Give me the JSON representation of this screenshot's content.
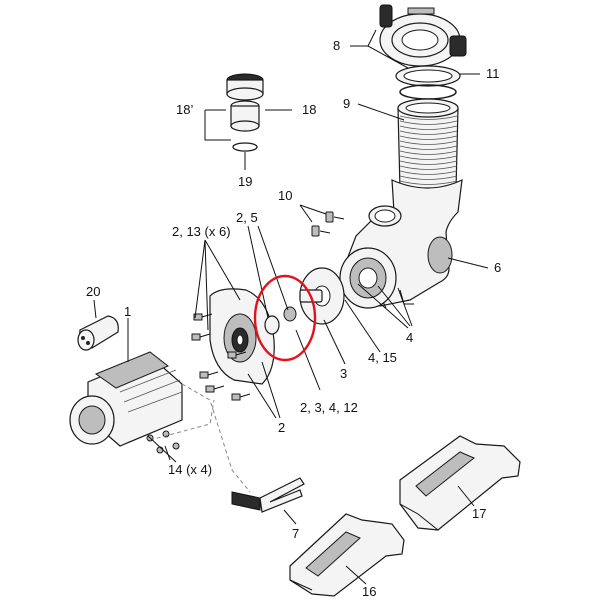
{
  "labels": {
    "l8": "8",
    "l11": "11",
    "l9": "9",
    "l18p": "18’",
    "l18": "18",
    "l19": "19",
    "l10": "10",
    "l6": "6",
    "l2_5": "2, 5",
    "l2_13": "2, 13 (x 6)",
    "l20": "20",
    "l1": "1",
    "l4a": "4",
    "l3": "3",
    "l4_15": "4, 15",
    "l2_3_4_12": "2, 3, 4, 12",
    "l2": "2",
    "l14": "14 (x 4)",
    "l7": "7",
    "l17": "17",
    "l16": "16"
  },
  "colors": {
    "highlight": "#e3101e",
    "line": "#111111",
    "part_fill": "#f4f4f4",
    "dark_fill": "#2b2b2b"
  },
  "icons": {
    "motor": "motor-icon",
    "capacitor": "capacitor-icon",
    "pump_body": "pump-housing-icon",
    "basket": "strainer-basket-icon",
    "lid": "strainer-lid-icon",
    "union": "union-connector-icon",
    "seal_plate": "seal-plate-icon",
    "impeller": "impeller-icon",
    "diffuser": "diffuser-icon",
    "foot": "mounting-foot-icon",
    "base": "pump-base-icon",
    "bracket": "clip-icon"
  }
}
